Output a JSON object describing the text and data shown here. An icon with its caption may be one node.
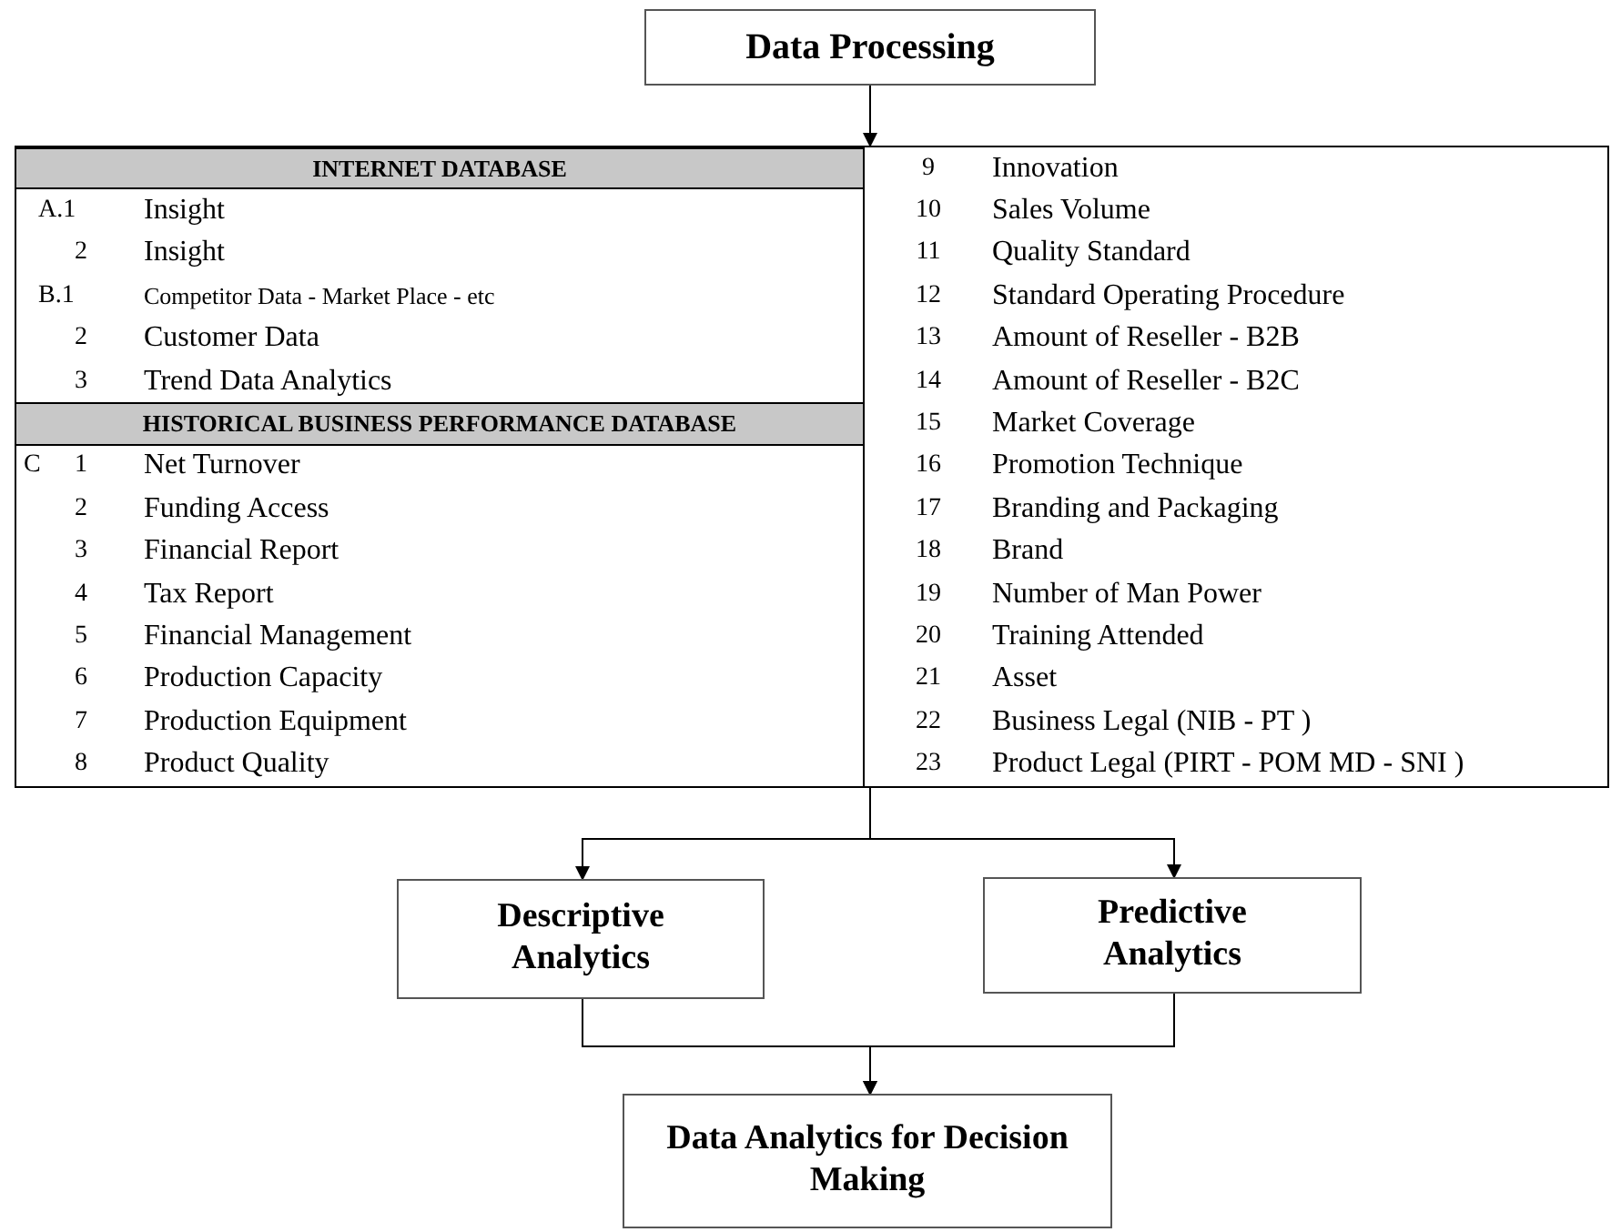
{
  "diagram": {
    "nodes": [
      {
        "text": [
          "Data Processing"
        ]
      },
      {
        "text": [
          "INTERNET DATABASE",
          "HISTORICAL BUSINESS PERFORMANCE DATABASE"
        ]
      },
      {
        "text": [
          "Descriptive Analytics"
        ]
      },
      {
        "text": [
          "Predictive Analytics"
        ]
      },
      {
        "text": [
          "Data Analytics for Decision Making"
        ]
      }
    ],
    "edges": [
      {
        "from": 0,
        "to": 1,
        "arrow": "to"
      },
      {
        "from": 1,
        "to": 2,
        "arrow": "to"
      },
      {
        "from": 1,
        "to": 3,
        "arrow": "to"
      },
      {
        "from": 2,
        "to": 4,
        "arrow": "to"
      },
      {
        "from": 3,
        "to": 4,
        "arrow": "to"
      }
    ],
    "labels": [
      "9",
      "Innovation",
      "A.1",
      "Insight",
      "10",
      "Sales Volume",
      "2",
      "Insight",
      "11",
      "Quality Standard",
      "B.1",
      "Competitor Data  - Market Place - etc",
      "12",
      "Standard Operating Procedure",
      "2",
      "Customer Data",
      "13",
      "Amount of Reseller - B2B",
      "3",
      "Trend Data Analytics",
      "14",
      "Amount of Reseller  - B2C",
      "15",
      "Market Coverage",
      "C",
      "1",
      "Net Turnover",
      "16",
      "Promotion Technique",
      "2",
      "Funding Access",
      "17",
      "Branding and Packaging",
      "3",
      "Financial Report",
      "18",
      "Brand",
      "4",
      "Tax Report",
      "19",
      "Number of Man Power",
      "5",
      "Financial Management",
      "20",
      "Training Attended",
      "6",
      "Production Capacity",
      "21",
      "Asset",
      "7",
      "Production Equipment",
      "22",
      "Business Legal  (NIB - PT )",
      "8",
      "Product Quality",
      "23",
      "Product Legal (PIRT - POM MD - SNI )"
    ]
  }
}
